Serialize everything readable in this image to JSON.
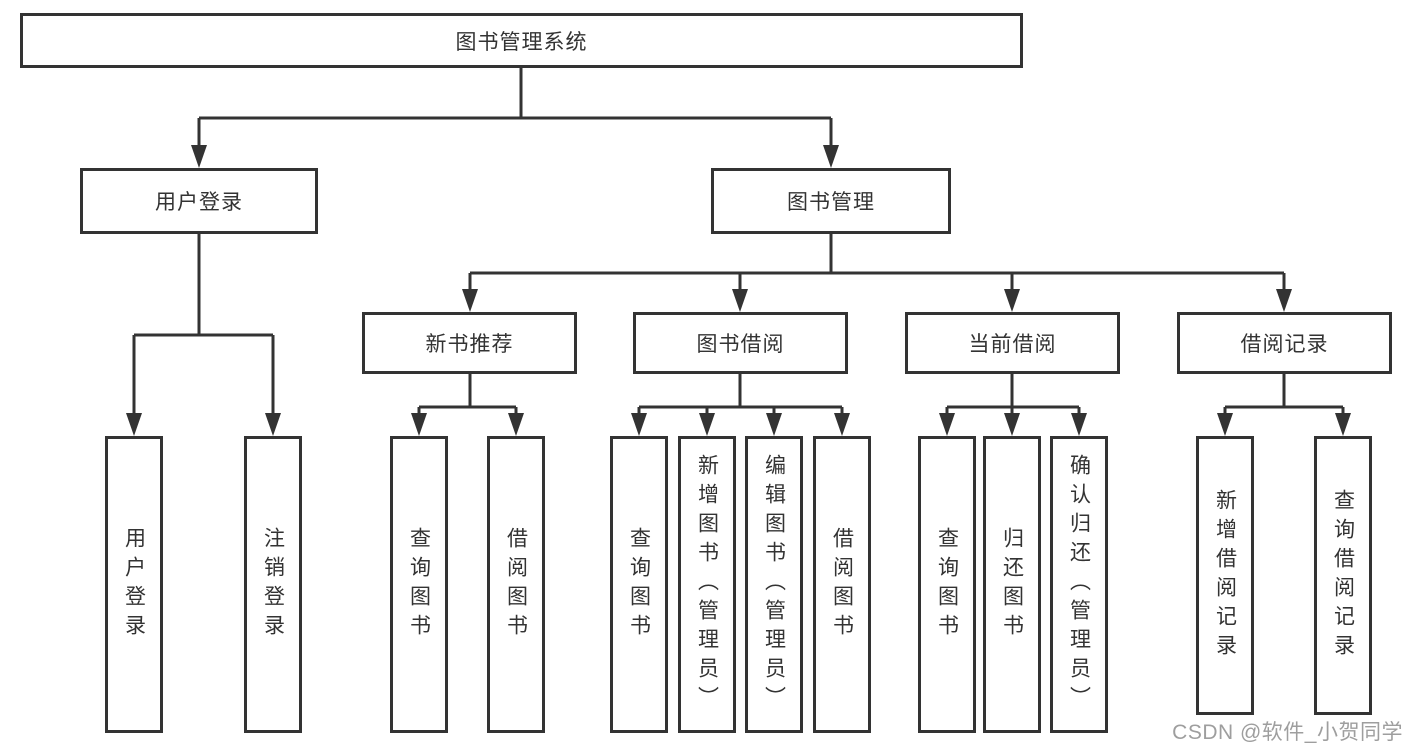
{
  "tree": {
    "label": "图书管理系统",
    "children": [
      {
        "label": "用户登录",
        "children": [
          {
            "label": "用户登录"
          },
          {
            "label": "注销登录"
          }
        ]
      },
      {
        "label": "图书管理",
        "children": [
          {
            "label": "新书推荐",
            "children": [
              {
                "label": "查询图书"
              },
              {
                "label": "借阅图书"
              }
            ]
          },
          {
            "label": "图书借阅",
            "children": [
              {
                "label": "查询图书"
              },
              {
                "label": "新增图书（管理员）"
              },
              {
                "label": "编辑图书（管理员）"
              },
              {
                "label": "借阅图书"
              }
            ]
          },
          {
            "label": "当前借阅",
            "children": [
              {
                "label": "查询图书"
              },
              {
                "label": "归还图书"
              },
              {
                "label": "确认归还（管理员）"
              }
            ]
          },
          {
            "label": "借阅记录",
            "children": [
              {
                "label": "新增借阅记录"
              },
              {
                "label": "查询借阅记录"
              }
            ]
          }
        ]
      }
    ]
  },
  "watermark": {
    "text": "CSDN @软件_小贺同学"
  },
  "colors": {
    "line": "#333333",
    "box_border": "#333333",
    "box_fill": "#ffffff",
    "text": "#333333",
    "watermark": "#969696",
    "background": "#ffffff"
  }
}
